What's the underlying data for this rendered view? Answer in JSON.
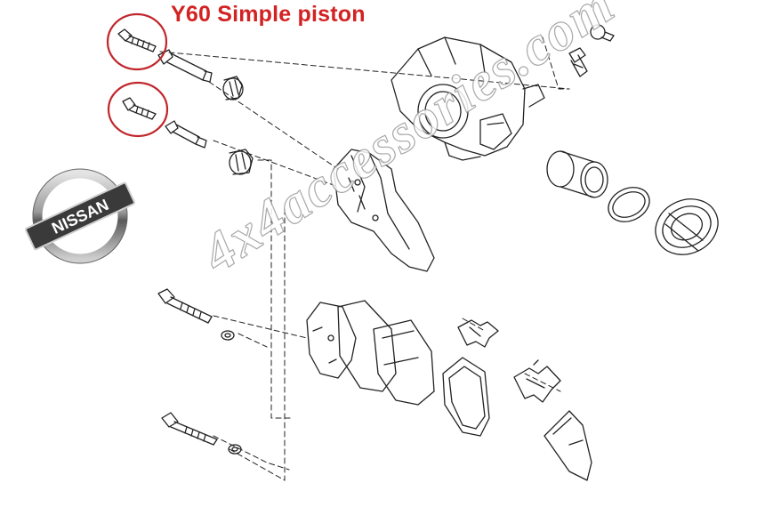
{
  "title": "Y60 Simple piston",
  "watermark": "4x4accessories.com",
  "logo": {
    "text": "NISSAN"
  },
  "colors": {
    "title": "#d32222",
    "highlight_circle": "#c0272d",
    "line_art": "#222222",
    "logo_band": "#3a3a3a"
  }
}
